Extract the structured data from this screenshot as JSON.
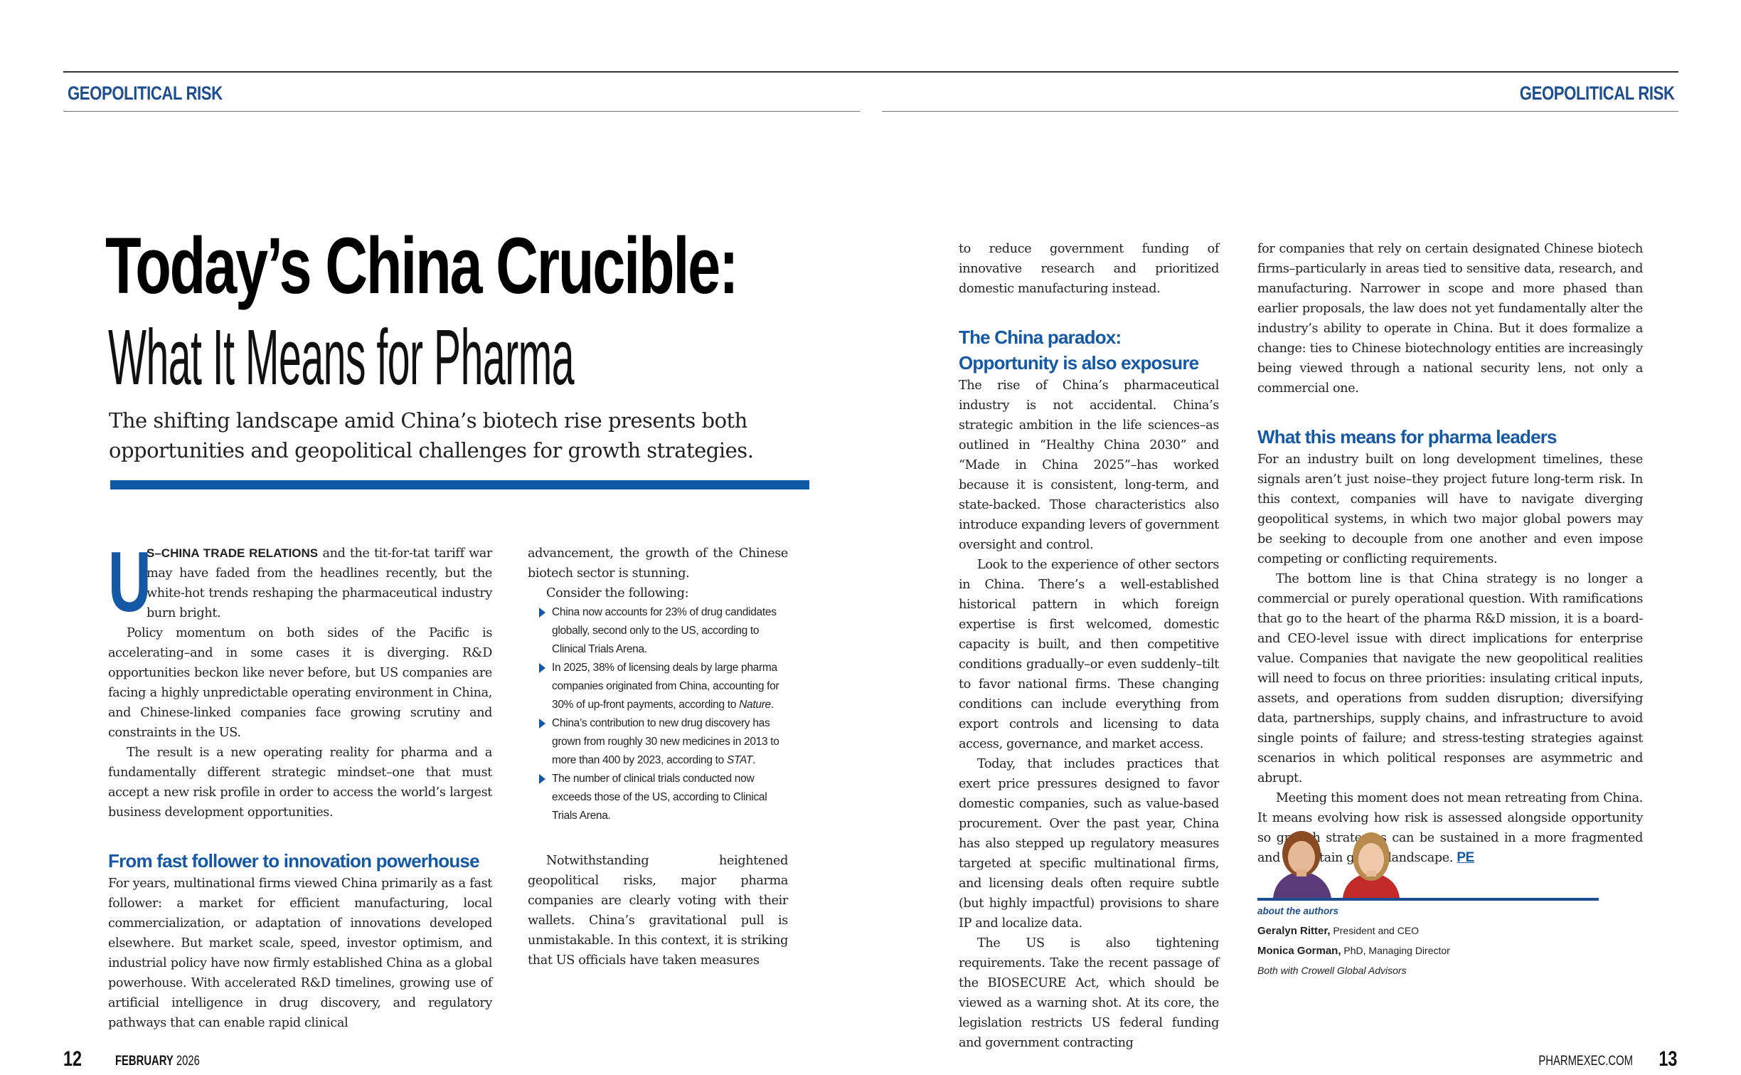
{
  "header": {
    "section_left": "GEOPOLITICAL RISK",
    "section_right": "GEOPOLITICAL RISK"
  },
  "headline": {
    "title": "Today’s China Crucible:",
    "subtitle": "What It Means for Pharma",
    "dek": "The shifting landscape amid China’s biotech rise presents both opportunities and geopolitical challenges for growth strategies."
  },
  "col1": {
    "dropcap": "U",
    "lead_in": "S–CHINA TRADE RELATIONS",
    "p1_rest": " and the tit-for-tat tariff war may have faded from the headlines recently, but the white-hot trends reshaping the pharmaceutical industry burn bright.",
    "p2": "Policy momentum on both sides of the Pacific is accelerating–and in some cases it is diverging. R&D opportunities beckon like never before, but US companies are facing a highly unpredictable operating environment in China, and Chinese-linked companies face growing scrutiny and constraints in the US.",
    "p3": "The result is a new operating reality for pharma and a fundamentally different strategic mindset–one that must accept a new risk profile in order to access the world’s largest business development opportunities.",
    "h1": "From fast follower to innovation powerhouse",
    "p4": "For years, multinational firms viewed China primarily as a fast follower: a market for efficient manufacturing, local commercialization, or adaptation of innovations developed elsewhere. But market scale, speed, investor optimism, and industrial policy have now firmly established China as a global powerhouse. With accelerated R&D timelines, growing use of artificial intelligence in drug discovery, and regulatory pathways that can enable rapid clinical"
  },
  "col2": {
    "p1": "advancement, the growth of the Chinese biotech sector is stunning.",
    "p2": "Consider the following:",
    "bullets": [
      {
        "pre": "China now accounts for 23% of drug candidates globally, second only to the US, according to Clinical Trials Arena.",
        "ital": "",
        "post": ""
      },
      {
        "pre": "In 2025, 38% of licensing deals by large pharma companies originated from China, accounting for 30% of up-front payments, according to ",
        "ital": "Nature",
        "post": "."
      },
      {
        "pre": "China’s contribution to new drug discovery has grown from roughly 30 new medicines in 2013 to more than 400 by 2023, according to ",
        "ital": "STAT",
        "post": "."
      },
      {
        "pre": "The number of clinical trials conducted now exceeds those of the US, according to Clinical Trials Arena.",
        "ital": "",
        "post": ""
      }
    ],
    "p3": "Notwithstanding heightened geopolitical risks, major pharma companies are clearly voting with their wallets. China’s gravitational pull is unmistakable. In this context, it is striking that US officials have taken measures"
  },
  "col3": {
    "p1": "to reduce government funding of innovative research and prioritized domestic manufacturing instead.",
    "h1": "The China paradox: Opportunity is also exposure",
    "p2": "The rise of China’s pharmaceutical industry is not accidental. China’s strategic ambition in the life sciences–as outlined in “Healthy China 2030” and “Made in China 2025”–has worked because it is consistent, long-term, and state-backed. Those characteristics also introduce expanding levers of government oversight and control.",
    "p3": "Look to the experience of other sectors in China. There’s a well-established historical pattern in which foreign expertise is first welcomed, domestic capacity is built, and then competitive conditions gradually–or even suddenly–tilt to favor national firms. These changing conditions can include everything from export controls and licensing to data access, governance, and market access.",
    "p4": "Today, that includes practices that exert price pressures designed to favor domestic companies, such as value-based procurement. Over the past year, China has also stepped up regulatory measures targeted at specific multinational firms, and licensing deals often require subtle (but highly impactful) provisions to share IP and localize data.",
    "p5": "The US is also tightening requirements. Take the recent passage of the BIOSECURE Act, which should be viewed as a warning shot. At its core, the legislation restricts US federal funding and government contracting"
  },
  "col4": {
    "p1": "for companies that rely on certain designated Chinese biotech firms–particularly in areas tied to sensitive data, research, and manufacturing. Narrower in scope and more phased than earlier proposals, the law does not yet fundamentally alter the industry’s ability to operate in China. But it does formalize a change: ties to Chinese biotechnology entities are increasingly being viewed through a national security lens, not only a commercial one.",
    "h1": "What this means for pharma leaders",
    "p2": "For an industry built on long development timelines, these signals aren’t just noise–they project future long-term risk. In this context, companies will have to navigate diverging geopolitical systems, in which two major global powers may be seeking to decouple from one another and even impose competing or conflicting requirements.",
    "p3": "The bottom line is that China strategy is no longer a commercial or purely operational question. With ramifications that go to the heart of the pharma R&D mission, it is a board- and CEO-level issue with direct implications for enterprise value. Companies that navigate the new geopolitical realities will need to focus on three priorities: insulating critical inputs, assets, and operations from sudden disruption; diversifying data, partnerships, supply chains, and infrastructure to avoid single points of failure; and stress-testing strategies against scenarios in which political responses are asymmetric and abrupt.",
    "p4": "Meeting this moment does not mean retreating from China. It means evolving how risk is assessed alongside opportunity so growth strategies can be sustained in a more fragmented and uncertain global landscape.",
    "end_mark": "PE"
  },
  "authors": {
    "label": "about the authors",
    "a1_name": "Geralyn Ritter,",
    "a1_title": " President and CEO",
    "a2_name": "Monica Gorman,",
    "a2_title": " PhD, Managing Director",
    "note": "Both with Crowell Global Advisors"
  },
  "footer": {
    "page_left": "12",
    "month": "FEBRUARY",
    "year": " 2026",
    "site": "PHARMEXEC.COM",
    "page_right": "13"
  },
  "colors": {
    "accent_blue": "#1558a6",
    "bar_blue": "#0e5aa7",
    "label_blue": "#1d4e8f"
  }
}
